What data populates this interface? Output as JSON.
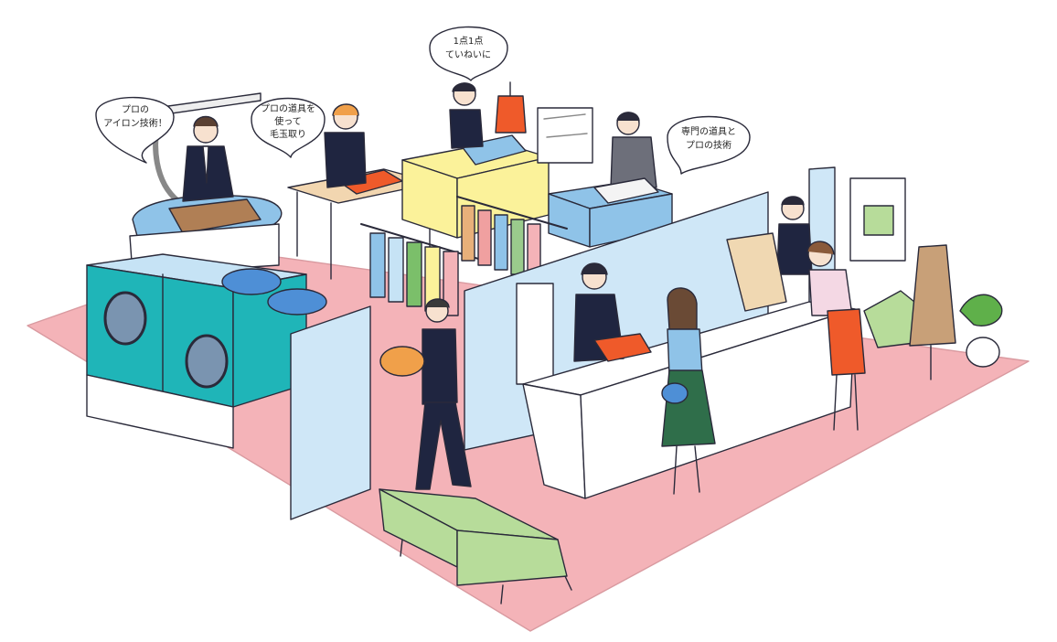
{
  "speech_bubbles": {
    "iron": {
      "line1": "プロの",
      "line2": "アイロン技術！"
    },
    "pilling": {
      "line1": "プロの道具を",
      "line2": "使って",
      "line3": "毛玉取り"
    },
    "careful": {
      "line1": "1点1点",
      "line2": "ていねいに"
    },
    "tools": {
      "line1": "専門の道具と",
      "line2": "プロの技術"
    }
  },
  "palette": {
    "floor": "#f4b3b8",
    "washer_teal": "#1fb5b8",
    "washer_light": "#c6e3f5",
    "ironing_board": "#8fc3e8",
    "yellow_table": "#fbf29a",
    "sofa_green": "#b7dc9a",
    "partition": "#cfe7f7",
    "skirt_orange": "#ef5a2a",
    "outline": "#2a2a3a"
  }
}
